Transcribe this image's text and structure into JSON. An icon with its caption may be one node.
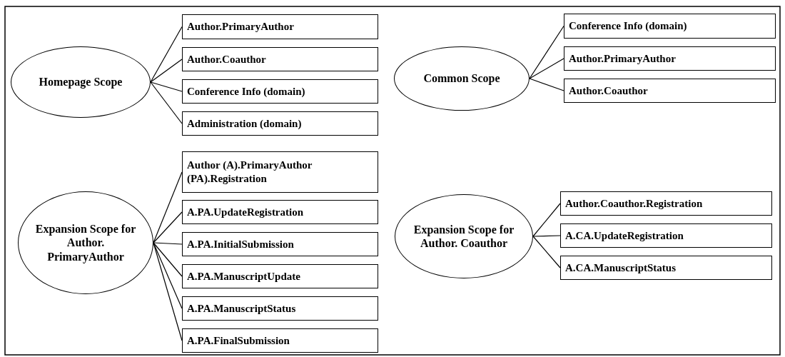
{
  "diagram": {
    "nodes": [
      {
        "text": [
          "Homepage Scope"
        ]
      },
      {
        "text": [
          "Author.PrimaryAuthor"
        ]
      },
      {
        "text": [
          "Author.Coauthor"
        ]
      },
      {
        "text": [
          "Conference Info (domain)"
        ]
      },
      {
        "text": [
          "Administration (domain)"
        ]
      },
      {
        "text": [
          "Common Scope"
        ]
      },
      {
        "text": [
          "Conference Info (domain)"
        ]
      },
      {
        "text": [
          "Author.PrimaryAuthor"
        ]
      },
      {
        "text": [
          "Author.Coauthor"
        ]
      },
      {
        "text": [
          "Expansion Scope for Author. PrimaryAuthor"
        ]
      },
      {
        "text": [
          "Author (A).PrimaryAuthor (PA).Registration"
        ]
      },
      {
        "text": [
          "A.PA.UpdateRegistration"
        ]
      },
      {
        "text": [
          "A.PA.InitialSubmission"
        ]
      },
      {
        "text": [
          "A.PA.ManuscriptUpdate"
        ]
      },
      {
        "text": [
          "A.PA.ManuscriptStatus"
        ]
      },
      {
        "text": [
          "A.PA.FinalSubmission"
        ]
      },
      {
        "text": [
          "Expansion Scope for Author. Coauthor"
        ]
      },
      {
        "text": [
          "Author.Coauthor.Registration"
        ]
      },
      {
        "text": [
          "A.CA.UpdateRegistration"
        ]
      },
      {
        "text": [
          "A.CA.ManuscriptStatus"
        ]
      }
    ],
    "edges": [
      {
        "from": 0,
        "to": 1,
        "arrow": "none"
      },
      {
        "from": 0,
        "to": 2,
        "arrow": "none"
      },
      {
        "from": 0,
        "to": 3,
        "arrow": "none"
      },
      {
        "from": 0,
        "to": 4,
        "arrow": "none"
      },
      {
        "from": 5,
        "to": 6,
        "arrow": "none"
      },
      {
        "from": 5,
        "to": 7,
        "arrow": "none"
      },
      {
        "from": 5,
        "to": 8,
        "arrow": "none"
      },
      {
        "from": 9,
        "to": 10,
        "arrow": "none"
      },
      {
        "from": 9,
        "to": 11,
        "arrow": "none"
      },
      {
        "from": 9,
        "to": 12,
        "arrow": "none"
      },
      {
        "from": 9,
        "to": 13,
        "arrow": "none"
      },
      {
        "from": 9,
        "to": 14,
        "arrow": "none"
      },
      {
        "from": 9,
        "to": 15,
        "arrow": "none"
      },
      {
        "from": 16,
        "to": 17,
        "arrow": "none"
      },
      {
        "from": 16,
        "to": 18,
        "arrow": "none"
      },
      {
        "from": 16,
        "to": 19,
        "arrow": "none"
      }
    ]
  }
}
